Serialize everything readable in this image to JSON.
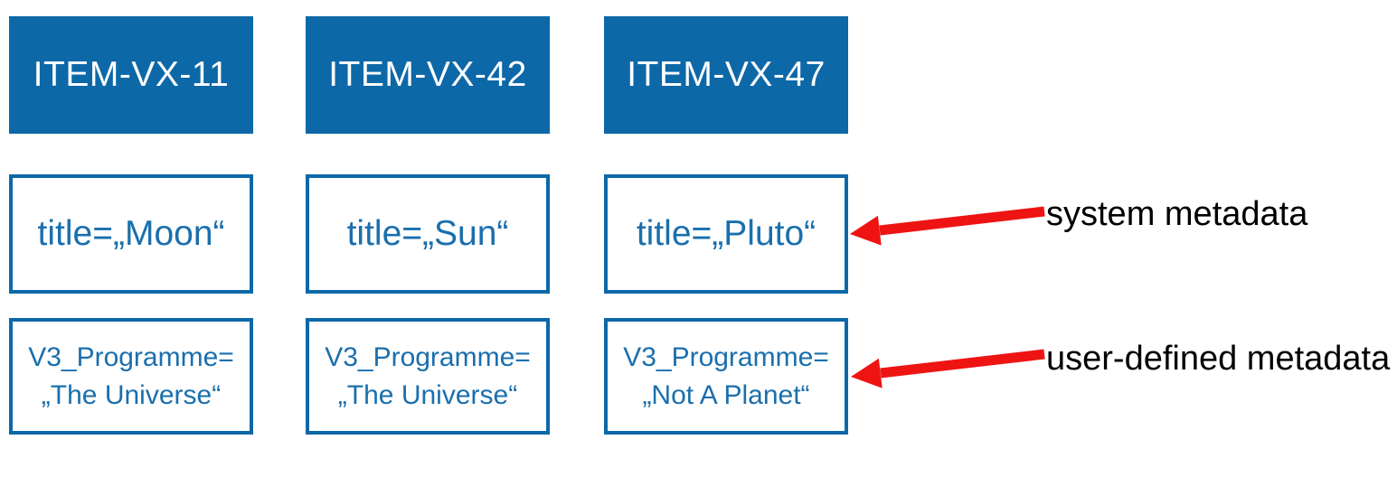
{
  "colors": {
    "accent_blue": "#0d68a8",
    "box_text_blue": "#1a6fad",
    "arrow_red": "#ee1414",
    "label_text": "#000000",
    "background": "#ffffff"
  },
  "items": [
    {
      "id": "ITEM-VX-11",
      "system_metadata": "title=„Moon“",
      "user_metadata_line1": "V3_Programme=",
      "user_metadata_line2": "„The Universe“"
    },
    {
      "id": "ITEM-VX-42",
      "system_metadata": "title=„Sun“",
      "user_metadata_line1": "V3_Programme=",
      "user_metadata_line2": "„The Universe“"
    },
    {
      "id": "ITEM-VX-47",
      "system_metadata": "title=„Pluto“",
      "user_metadata_line1": "V3_Programme=",
      "user_metadata_line2": "„Not A Planet“"
    }
  ],
  "annotations": {
    "system": {
      "label": "system metadata"
    },
    "user": {
      "label": "user-defined metadata"
    }
  }
}
